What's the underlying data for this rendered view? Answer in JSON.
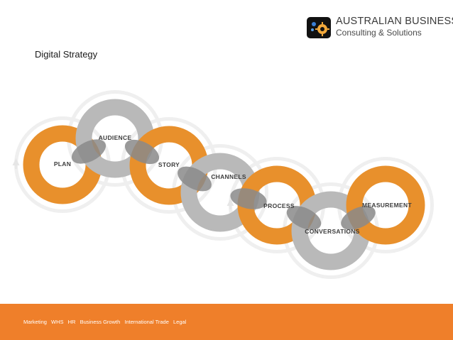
{
  "brand": {
    "title": "AUSTRALIAN BUSINESS",
    "subtitle": "Consulting & Solutions"
  },
  "slide": {
    "title": "Digital Strategy"
  },
  "diagram": {
    "stages": [
      {
        "label": "PLAN",
        "color": "#e8902c"
      },
      {
        "label": "AUDIENCE",
        "color": "#b9b9b9"
      },
      {
        "label": "STORY",
        "color": "#e8902c"
      },
      {
        "label": "CHANNELS",
        "color": "#b9b9b9"
      },
      {
        "label": "PROCESS",
        "color": "#e8902c"
      },
      {
        "label": "CONVERSATIONS",
        "color": "#b9b9b9"
      },
      {
        "label": "MEASUREMENT",
        "color": "#e8902c"
      }
    ],
    "overlap_color": "#8a8a8a"
  },
  "footer": {
    "links": [
      "Marketing",
      "WHS",
      "HR",
      "Business Growth",
      "International Trade",
      "Legal"
    ],
    "background": "#ef7f2a"
  }
}
